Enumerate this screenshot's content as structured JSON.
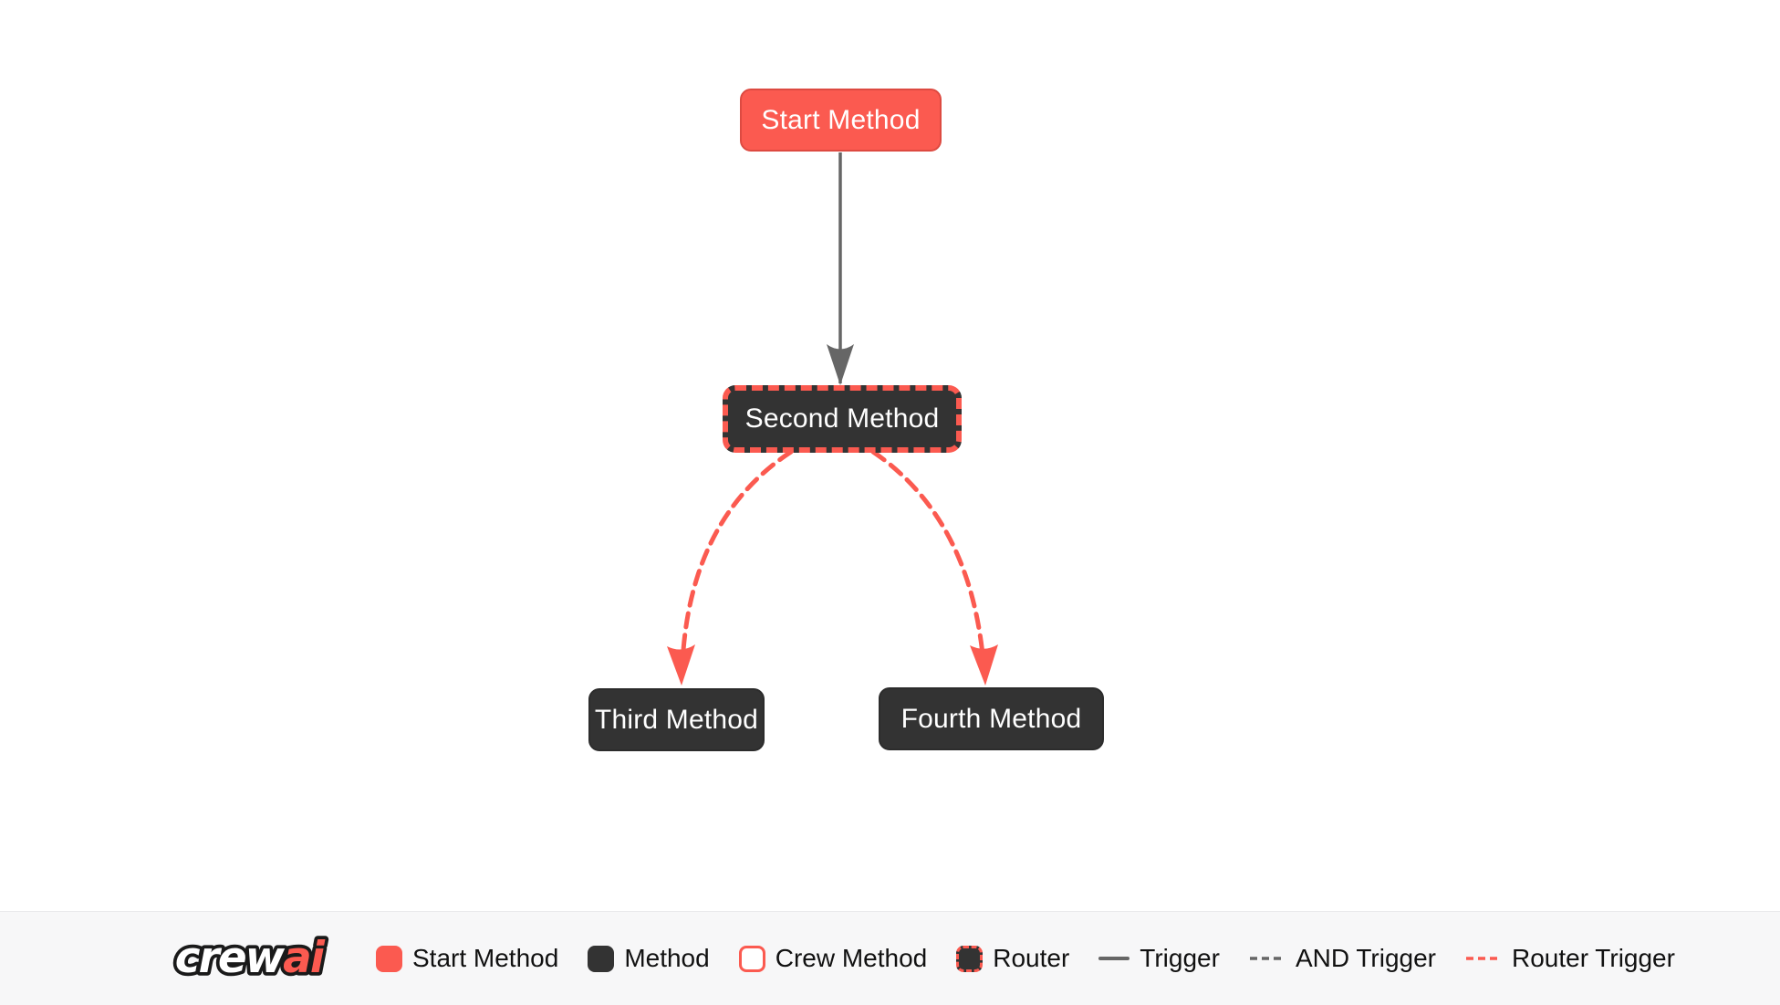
{
  "diagram": {
    "nodes": [
      {
        "id": "start_method",
        "label": "Start Method",
        "type": "start"
      },
      {
        "id": "second_method",
        "label": "Second Method",
        "type": "router"
      },
      {
        "id": "third_method",
        "label": "Third Method",
        "type": "method"
      },
      {
        "id": "fourth_method",
        "label": "Fourth Method",
        "type": "method"
      }
    ],
    "edges": [
      {
        "from": "start_method",
        "to": "second_method",
        "type": "trigger",
        "style": "solid",
        "color": "#666666"
      },
      {
        "from": "second_method",
        "to": "third_method",
        "type": "router_trigger",
        "style": "dashed",
        "color": "#FB5A50"
      },
      {
        "from": "second_method",
        "to": "fourth_method",
        "type": "router_trigger",
        "style": "dashed",
        "color": "#FB5A50"
      }
    ]
  },
  "legend": {
    "logo": {
      "crew": "crew",
      "ai": "ai"
    },
    "items": [
      {
        "label": "Start Method",
        "swatch": "start-square"
      },
      {
        "label": "Method",
        "swatch": "method-square"
      },
      {
        "label": "Crew Method",
        "swatch": "crew-square"
      },
      {
        "label": "Router",
        "swatch": "router-square"
      },
      {
        "label": "Trigger",
        "swatch": "solid-gray-line"
      },
      {
        "label": "AND Trigger",
        "swatch": "dashed-gray-line"
      },
      {
        "label": "Router Trigger",
        "swatch": "dashed-red-line"
      }
    ]
  },
  "colors": {
    "accent": "#FB5A50",
    "accent_border": "#DD4A41",
    "node_dark": "#333333",
    "edge_gray": "#666666",
    "canvas_bg": "#FFFFFF",
    "legend_bg": "#F7F7F8",
    "node_text": "#FFFFFF",
    "legend_text": "#111111"
  }
}
